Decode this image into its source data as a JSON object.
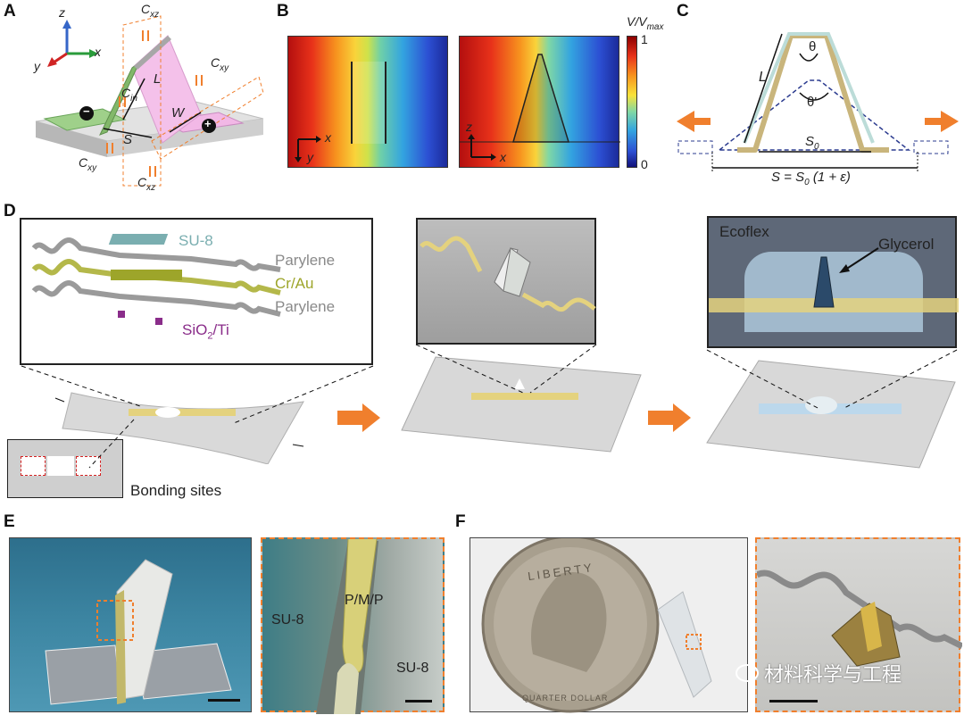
{
  "panels": {
    "A": {
      "letter": "A",
      "axes": {
        "z": "z",
        "x": "x",
        "y": "y"
      },
      "labels": {
        "cxz_top": "C",
        "cxz_top_sub": "xz",
        "cxy_right": "C",
        "cxy_right_sub": "xy",
        "cin": "C",
        "cin_sub": "in",
        "L": "L",
        "W": "W",
        "S": "S",
        "cxy_bottom": "C",
        "cxy_bottom_sub": "xy",
        "cxz_bottom": "C",
        "cxz_bottom_sub": "xz",
        "minus": "−",
        "plus": "+"
      }
    },
    "B": {
      "letter": "B",
      "colorbar_title_main": "V/V",
      "colorbar_title_sub": "max",
      "colorbar_max": "1",
      "colorbar_min": "0",
      "left_axes": {
        "x": "x",
        "y": "y"
      },
      "right_axes": {
        "z": "z",
        "x": "x"
      }
    },
    "C": {
      "letter": "C",
      "theta": "θ",
      "theta_prime": "θ'",
      "L": "L",
      "S0": "S",
      "S0_sub": "0",
      "formula": "S = S",
      "formula_sub": "0",
      "formula_tail": " (1 + ε)"
    },
    "D": {
      "letter": "D",
      "layers": [
        "SU-8",
        "Parylene",
        "Cr/Au",
        "Parylene"
      ],
      "sio2_label": "SiO",
      "sio2_sub": "2",
      "sio2_tail": "/Ti",
      "bonding_sites": "Bonding sites",
      "ecoflex": "Ecoflex",
      "glycerol": "Glycerol"
    },
    "E": {
      "letter": "E",
      "su8_left": "SU-8",
      "pmp": "P/M/P",
      "su8_right": "SU-8"
    },
    "F": {
      "letter": "F",
      "coin_top": "LIBERTY",
      "coin_bottom": "QUARTER DOLLAR",
      "watermark": "材料科学与工程"
    }
  },
  "colors": {
    "orange": "#f07f2d",
    "substrate": "#c9c9c9",
    "green_electrode": "#9fd08a",
    "pink_electrode": "#f2b8e6",
    "gold": "#e4d27e",
    "su8": "#7aaeb0",
    "purple": "#8a2d8a"
  }
}
